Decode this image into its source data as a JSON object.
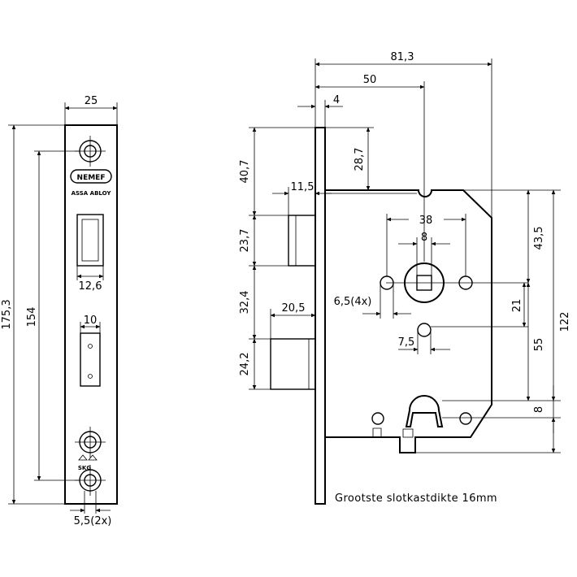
{
  "brand": {
    "name": "NEMEF",
    "group": "ASSA ABLOY",
    "mark": "SKG"
  },
  "dims": {
    "front_width": "25",
    "front_height": "175,3",
    "hole_distance": "154",
    "opening_upper": "12,6",
    "opening_lower": "10",
    "screw_holes": "5,5(2x)",
    "depth_total": "81,3",
    "backset": "50",
    "plate_thickness": "4",
    "top_to_case": "40,7",
    "top_to_notch": "28,7",
    "latch_width": "11,5",
    "latch_height": "23,7",
    "gap": "32,4",
    "bolt_height": "24,2",
    "bolt_throw": "20,5",
    "rose_spacing": "38",
    "spindle": "8",
    "fixing_holes": "6,5(4x)",
    "small_hole": "7,5",
    "case_top_to_spindle": "43,5",
    "case_height": "122",
    "spindle_to_hole": "21",
    "spindle_to_cylinder": "55",
    "cylinder_offset": "8"
  },
  "note": "Grootste slotkastdikte 16mm"
}
